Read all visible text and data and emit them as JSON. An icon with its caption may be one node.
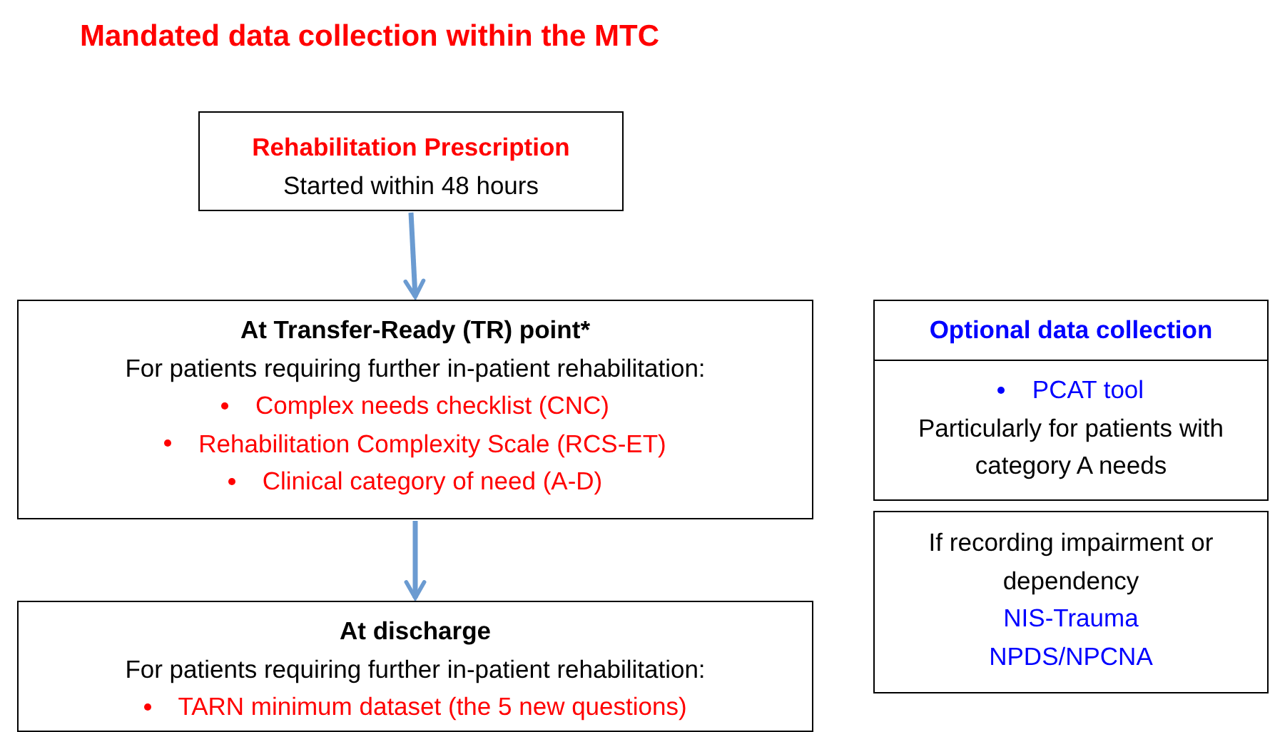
{
  "diagram": {
    "title": "Mandated data collection within the MTC",
    "nodes": [
      {
        "text": [
          "Rehabilitation Prescription",
          "Started within 48 hours"
        ]
      },
      {
        "text": [
          "At Transfer-Ready (TR) point*",
          "For patients requiring further in-patient rehabilitation:",
          "Complex needs checklist (CNC)",
          "Rehabilitation Complexity Scale (RCS-ET)",
          "Clinical category of need (A-D)"
        ]
      },
      {
        "text": [
          "At discharge",
          "For patients requiring further in-patient rehabilitation:",
          "TARN minimum dataset (the 5 new questions)"
        ]
      },
      {
        "text": [
          "Optional data collection"
        ]
      },
      {
        "text": [
          "PCAT tool",
          "Particularly for patients with category A needs"
        ]
      },
      {
        "text": [
          "If recording impairment or dependency",
          "NIS-Trauma",
          "NPDS/NPCNA"
        ]
      }
    ],
    "edges": [
      {
        "from": 0,
        "to": 1,
        "arrow": "to"
      },
      {
        "from": 1,
        "to": 2,
        "arrow": "to"
      }
    ]
  }
}
